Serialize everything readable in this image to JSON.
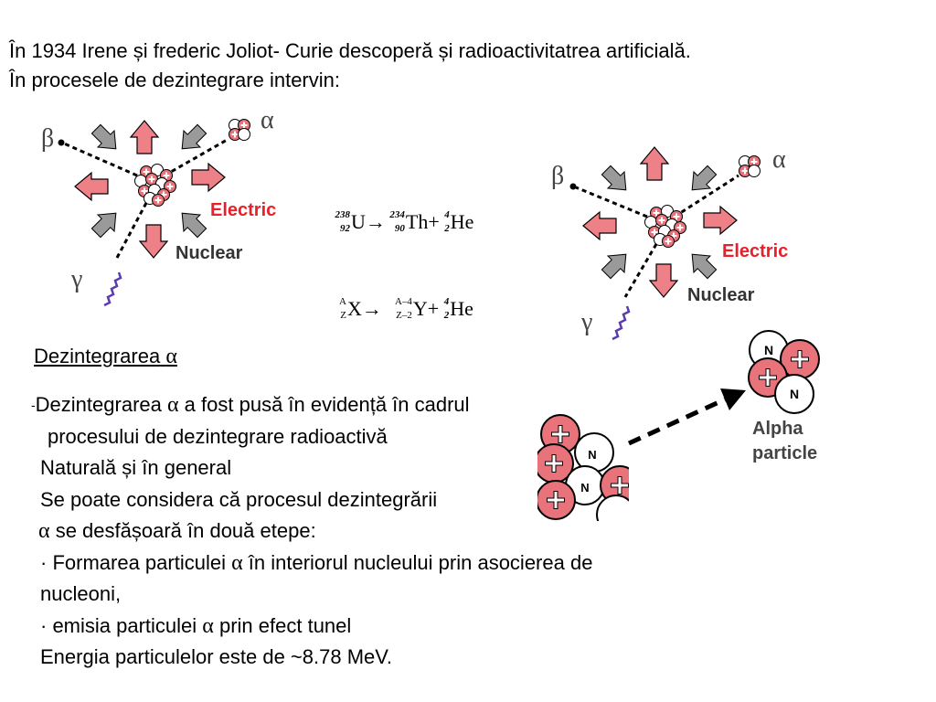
{
  "intro": {
    "line1": "În 1934 Irene și frederic Joliot- Curie descoperă și radioactivitatrea artificială.",
    "line2": "În procesele de dezintegrare intervin:"
  },
  "diagram_labels": {
    "beta": "β",
    "alpha": "α",
    "gamma": "γ",
    "electric": "Electric",
    "nuclear": "Nuclear",
    "nucleon_n": "N"
  },
  "equation1": {
    "parent_mass": "238",
    "parent_atomic": "92",
    "parent_symbol": "U",
    "arrow": "→",
    "daughter_mass": "234",
    "daughter_atomic": "90",
    "daughter_symbol": "Th",
    "plus": "+",
    "helium_mass": "4",
    "helium_atomic": "2",
    "helium_symbol": "He"
  },
  "equation2": {
    "parent_mass": "A",
    "parent_atomic": "Z",
    "parent_symbol": "X",
    "arrow": "→",
    "daughter_mass": "A–4",
    "daughter_atomic": "Z–2",
    "daughter_symbol": "Y",
    "plus": "+",
    "helium_mass": "4",
    "helium_atomic": "2",
    "helium_symbol": "He"
  },
  "section": {
    "title": "Dezintegrarea",
    "alpha": "α"
  },
  "body": {
    "dash": "-",
    "l1a": "Dezintegrarea ",
    "l1b": " a fost pusă în evidență în cadrul",
    "l2": "procesului de dezintegrare radioactivă",
    "l3": "Naturală   și în general",
    "l4": "Se poate considera că procesul dezintegrării",
    "l5b": "  se desfășoară în două etepe:",
    "bullet": "·",
    "l6a": "   Formarea particulei ",
    "l6b": " în interiorul nucleului prin asocierea de",
    "l7": "nucleoni,",
    "l8a": "  emisia particulei ",
    "l8b": " prin efect tunel",
    "l9": "Energia particulelor este de ~8.78 MeV."
  },
  "alpha_particle": {
    "line1": "Alpha",
    "line2": "particle"
  },
  "colors": {
    "proton": "#e8737b",
    "arrow_fill": "#ee8088",
    "electric_text": "#e8202a",
    "gamma": "#5a3cb0"
  }
}
